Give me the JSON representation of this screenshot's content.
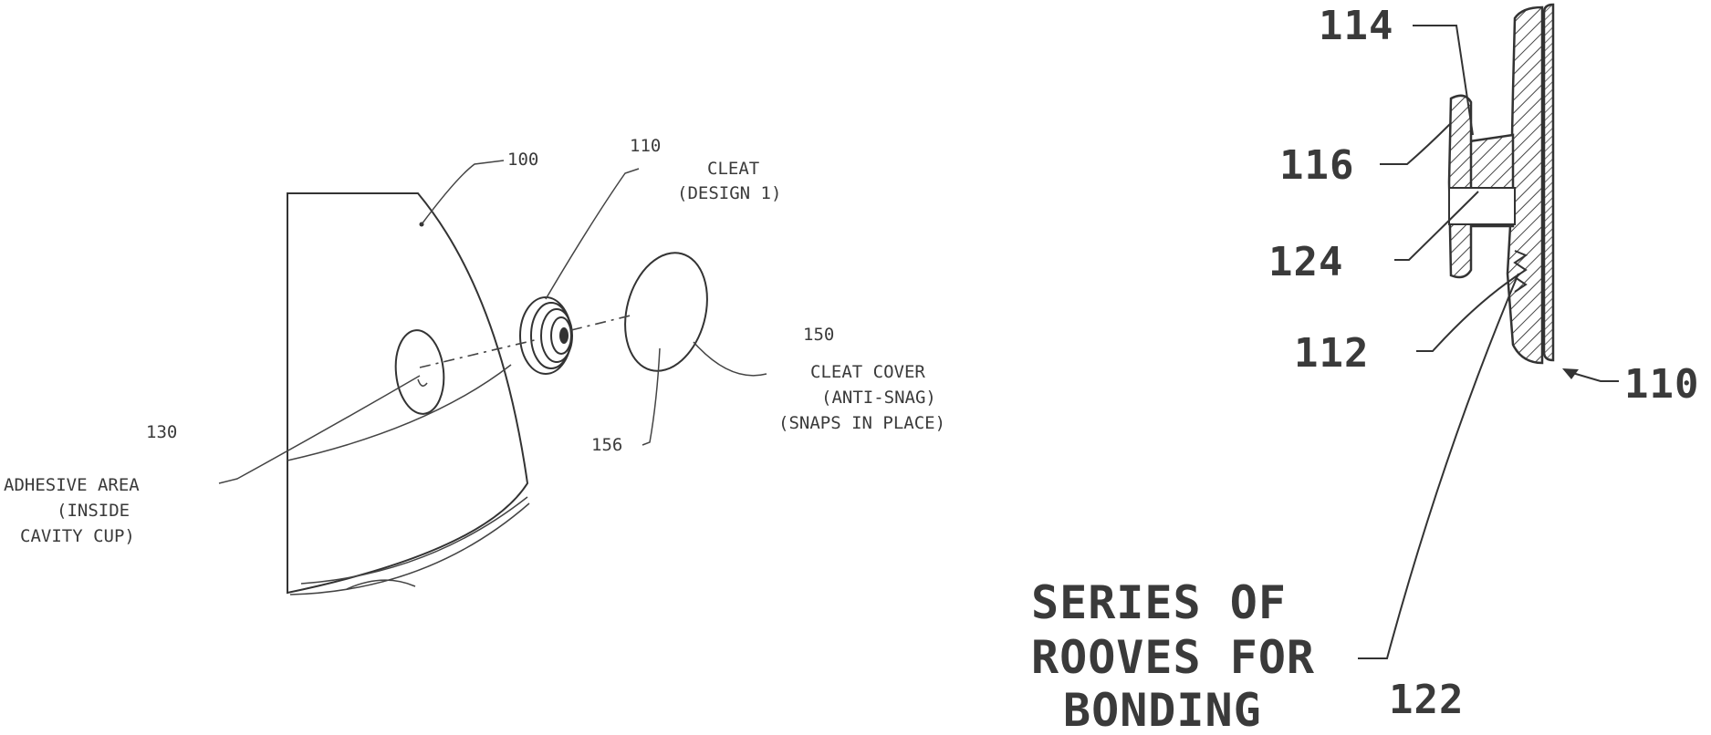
{
  "figure_left": {
    "ref_100": "100",
    "ref_110": "110",
    "ref_130": "130",
    "ref_150": "150",
    "ref_156": "156",
    "cleat_label": [
      "CLEAT",
      "(DESIGN 1)"
    ],
    "cover_label": [
      "CLEAT COVER",
      "(ANTI-SNAG)",
      "(SNAPS IN PLACE)"
    ],
    "adhesive_label": [
      "ADHESIVE AREA",
      "(INSIDE",
      "CAVITY CUP)"
    ]
  },
  "figure_right": {
    "ref_114": "114",
    "ref_116": "116",
    "ref_124": "124",
    "ref_112": "112",
    "ref_110": "110",
    "ref_122": "122",
    "grooves_label": [
      "SERIES OF",
      "ROOVES FOR",
      "BONDING"
    ]
  }
}
